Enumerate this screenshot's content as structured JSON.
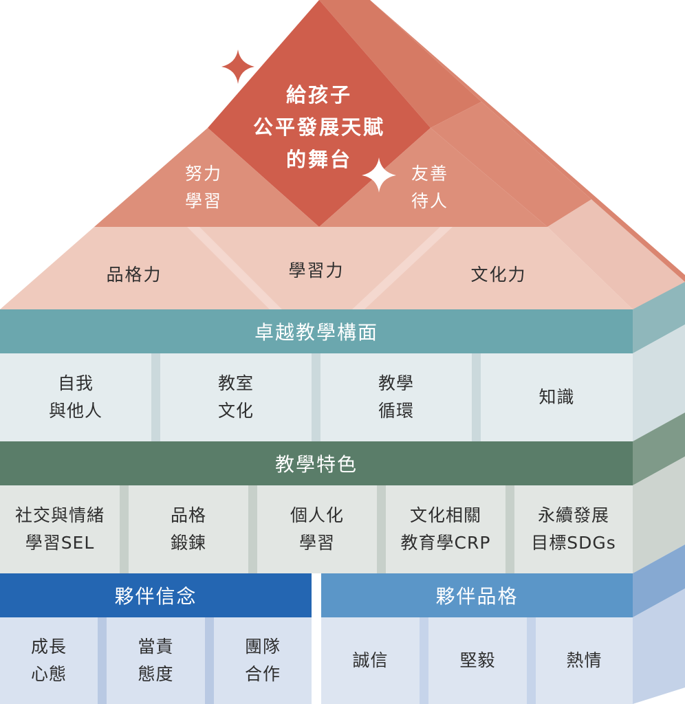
{
  "colors": {
    "roof_tip": "#cf5e4c",
    "roof_mid": "#dd8a73",
    "roof_side": "#d8806a",
    "roof_base": "#efc9bd",
    "teal_bar": "#6ba7ae",
    "teal_cell": "#e4ecee",
    "green_bar": "#5a7d69",
    "green_cell": "#e2e6e3",
    "blue_bar_dark": "#2466b2",
    "blue_bar_light": "#5b96c8",
    "blue_cell": "#d9e2f0"
  },
  "roof": {
    "top_title": "給孩子\n公平發展天賦\n的舞台",
    "left_label": "努力\n學習",
    "right_label": "友善\n待人",
    "pillars": [
      "品格力",
      "學習力",
      "文化力"
    ],
    "decorations": [
      "sparkle-star-icon",
      "sparkle-star-icon"
    ]
  },
  "excellence": {
    "title": "卓越教學構面",
    "items": [
      "自我\n與他人",
      "教室\n文化",
      "教學\n循環",
      "知識"
    ]
  },
  "features": {
    "title": "教學特色",
    "items": [
      "社交與情緒\n學習SEL",
      "品格\n鍛鍊",
      "個人化\n學習",
      "文化相關\n教育學CRP",
      "永續發展\n目標SDGs"
    ]
  },
  "beliefs": {
    "title": "夥伴信念",
    "items": [
      "成長\n心態",
      "當責\n態度",
      "團隊\n合作"
    ]
  },
  "character": {
    "title": "夥伴品格",
    "items": [
      "誠信",
      "堅毅",
      "熱情"
    ]
  }
}
